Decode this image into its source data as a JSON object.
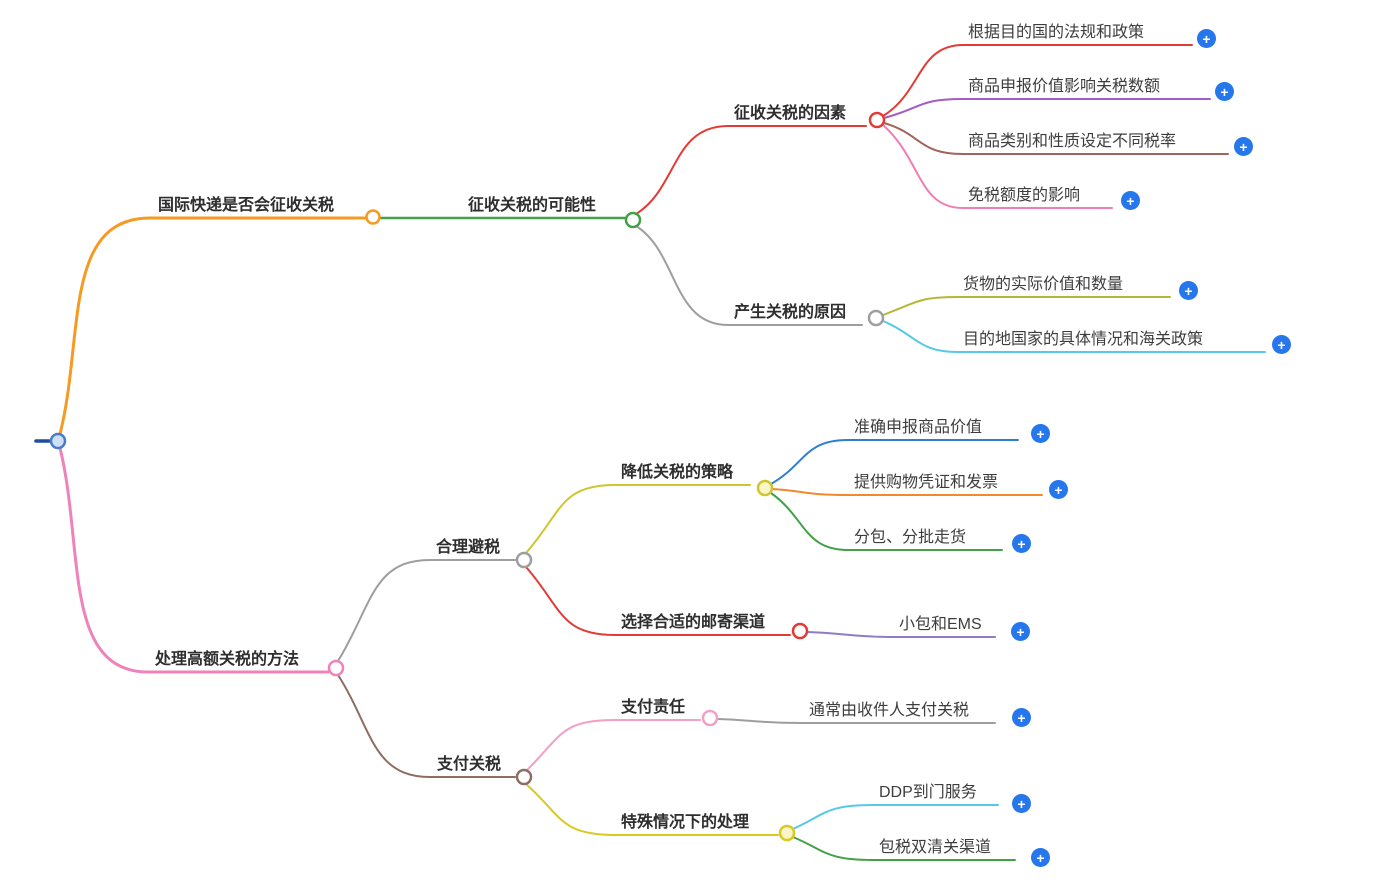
{
  "app": {
    "background": "#ffffff"
  },
  "icons": {
    "plus": "+"
  },
  "colors": {
    "plus_button": "#2676ec",
    "root_dash": "#1e4f9e"
  },
  "nodes": {
    "root": {
      "label": "",
      "circle_stroke": "#4a7bc8",
      "circle_fill": "#cfe0f6"
    },
    "b1": {
      "label": "国际快递是否会征收关税",
      "color": "#f59a23"
    },
    "b1_1": {
      "label": "征收关税的可能性",
      "color": "#43a047"
    },
    "b1_1_1": {
      "label": "征收关税的因素",
      "color": "#e23b35"
    },
    "b1_1_1_1": {
      "label": "根据目的国的法规和政策",
      "color": "#e23b35"
    },
    "b1_1_1_2": {
      "label": "商品申报价值影响关税数额",
      "color": "#a55cc5"
    },
    "b1_1_1_3": {
      "label": "商品类别和性质设定不同税率",
      "color": "#a2635a"
    },
    "b1_1_1_4": {
      "label": "免税额度的影响",
      "color": "#f07db4"
    },
    "b1_1_2": {
      "label": "产生关税的原因",
      "color": "#9e9e9e"
    },
    "b1_1_2_1": {
      "label": "货物的实际价值和数量",
      "color": "#b5b837"
    },
    "b1_1_2_2": {
      "label": "目的地国家的具体情况和海关政策",
      "color": "#57c8e8"
    },
    "b2": {
      "label": "处理高额关税的方法",
      "color": "#ef82bb"
    },
    "b2_1": {
      "label": "合理避税",
      "color": "#9e9e9e"
    },
    "b2_1_1": {
      "label": "降低关税的策略",
      "color": "#cfc52e",
      "circle_fill": "#fbf6c7"
    },
    "b2_1_1_1": {
      "label": "准确申报商品价值",
      "color": "#2e7fd1"
    },
    "b2_1_1_2": {
      "label": "提供购物凭证和发票",
      "color": "#f08a2d"
    },
    "b2_1_1_3": {
      "label": "分包、分批走货",
      "color": "#43a047"
    },
    "b2_1_2": {
      "label": "选择合适的邮寄渠道",
      "color": "#e23b35"
    },
    "b2_1_2_1": {
      "label": "小包和EMS",
      "color": "#8f7cc7"
    },
    "b2_2": {
      "label": "支付关税",
      "color": "#8d6e63"
    },
    "b2_2_1": {
      "label": "支付责任",
      "color": "#f2a0c8"
    },
    "b2_2_1_1": {
      "label": "通常由收件人支付关税",
      "color": "#9e9e9e"
    },
    "b2_2_2": {
      "label": "特殊情况下的处理",
      "color": "#d9c922",
      "circle_fill": "#fbf6c7"
    },
    "b2_2_2_1": {
      "label": "DDP到门服务",
      "color": "#57c8e8"
    },
    "b2_2_2_2": {
      "label": "包税双清关渠道",
      "color": "#43a047"
    }
  }
}
